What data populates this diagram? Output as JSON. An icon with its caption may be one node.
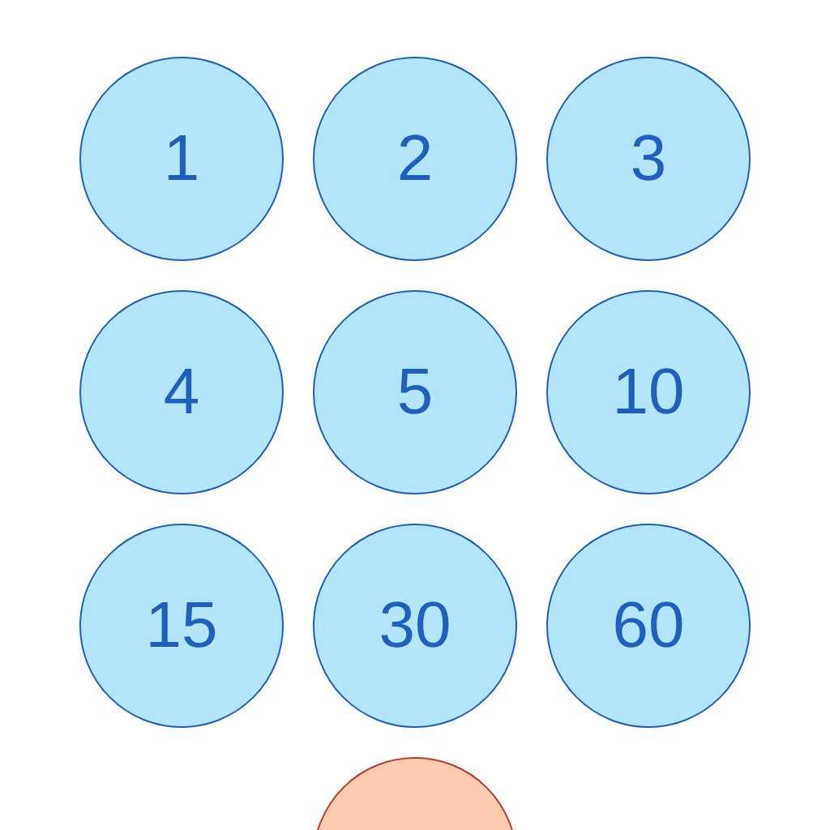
{
  "diagram": {
    "nodes": [
      {
        "text": [
          "1"
        ]
      },
      {
        "text": [
          "2"
        ]
      },
      {
        "text": [
          "3"
        ]
      },
      {
        "text": [
          "4"
        ]
      },
      {
        "text": [
          "5"
        ]
      },
      {
        "text": [
          "10"
        ]
      },
      {
        "text": [
          "15"
        ]
      },
      {
        "text": [
          "30"
        ]
      },
      {
        "text": [
          "60"
        ]
      },
      {
        "text": [],
        "shape": "circle"
      }
    ]
  }
}
